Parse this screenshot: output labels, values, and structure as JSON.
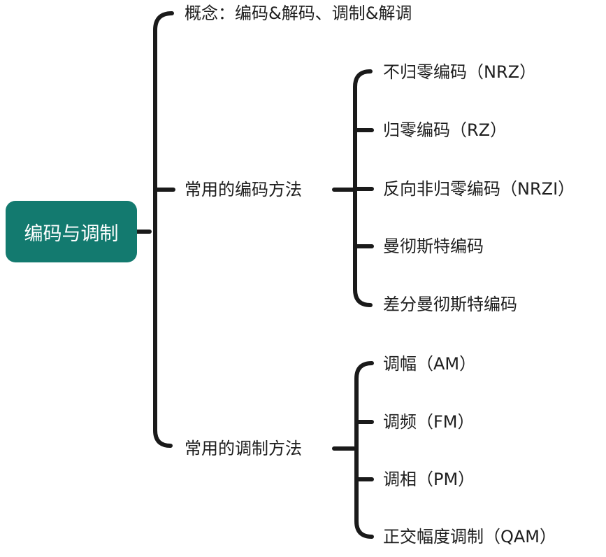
{
  "root": {
    "label": "编码与调制"
  },
  "branches": {
    "concept": {
      "label": "概念：编码&解码、调制&解调"
    },
    "encoding": {
      "label": "常用的编码方法",
      "items": [
        "不归零编码（NRZ）",
        "归零编码（RZ）",
        "反向非归零编码（NRZI）",
        "曼彻斯特编码",
        "差分曼彻斯特编码"
      ]
    },
    "modulation": {
      "label": "常用的调制方法",
      "items": [
        "调幅（AM）",
        "调频（FM）",
        "调相（PM）",
        "正交幅度调制（QAM）"
      ]
    }
  },
  "colors": {
    "root_fill": "#137a6f",
    "root_text": "#ffffff",
    "connector": "#1a1a1a",
    "text": "#1e1e1e"
  }
}
